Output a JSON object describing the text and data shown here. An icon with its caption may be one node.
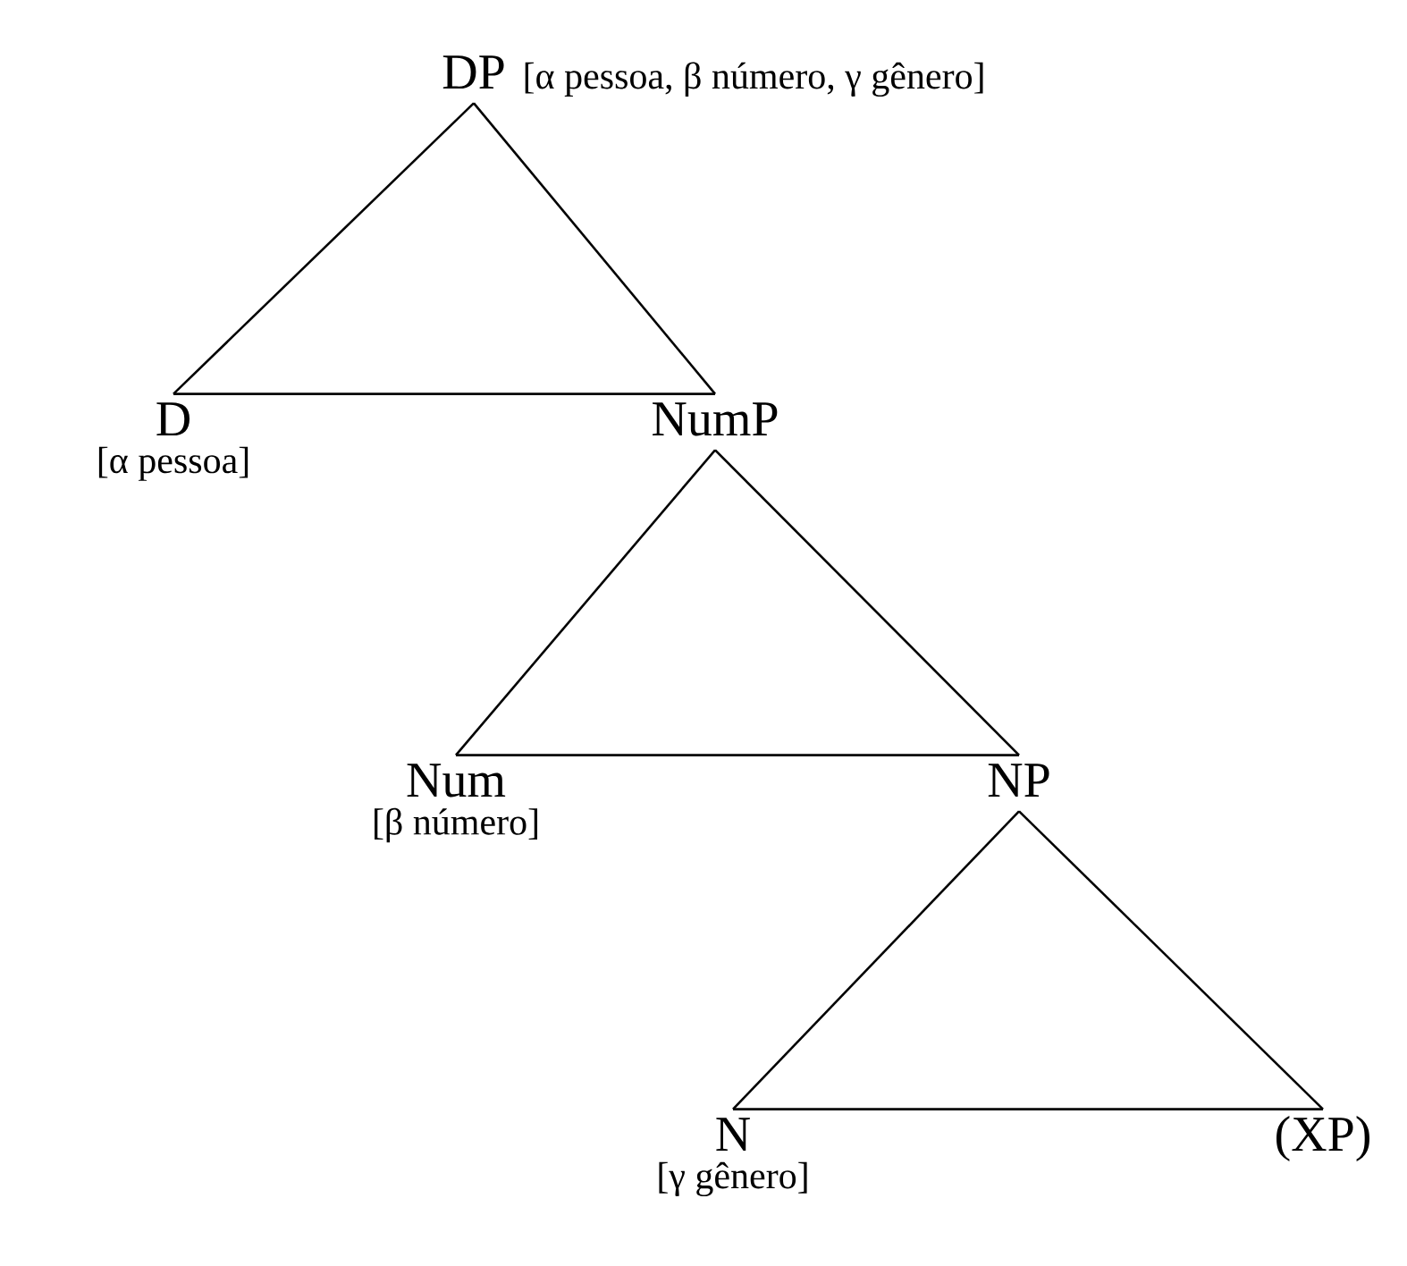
{
  "diagram": {
    "nodes": [
      {
        "text": [
          "DP"
        ],
        "beside": [
          "[α pessoa, β número, γ gênero]"
        ]
      },
      {
        "text": [
          "D"
        ],
        "beside": [
          "[α pessoa]"
        ]
      },
      {
        "text": [
          "NumP"
        ]
      },
      {
        "text": [
          "Num"
        ],
        "beside": [
          "[β número]"
        ]
      },
      {
        "text": [
          "NP"
        ]
      },
      {
        "text": [
          "N"
        ],
        "beside": [
          "[γ gênero]"
        ]
      },
      {
        "text": [
          "(XP)"
        ]
      }
    ],
    "edges": [
      {
        "from": 0,
        "to": 1,
        "arrow": "none"
      },
      {
        "from": 0,
        "to": 2,
        "arrow": "none"
      },
      {
        "from": 1,
        "to": 2,
        "arrow": "none"
      },
      {
        "from": 2,
        "to": 3,
        "arrow": "none"
      },
      {
        "from": 2,
        "to": 4,
        "arrow": "none"
      },
      {
        "from": 3,
        "to": 4,
        "arrow": "none"
      },
      {
        "from": 4,
        "to": 5,
        "arrow": "none"
      },
      {
        "from": 4,
        "to": 6,
        "arrow": "none"
      },
      {
        "from": 5,
        "to": 6,
        "arrow": "none"
      }
    ]
  }
}
